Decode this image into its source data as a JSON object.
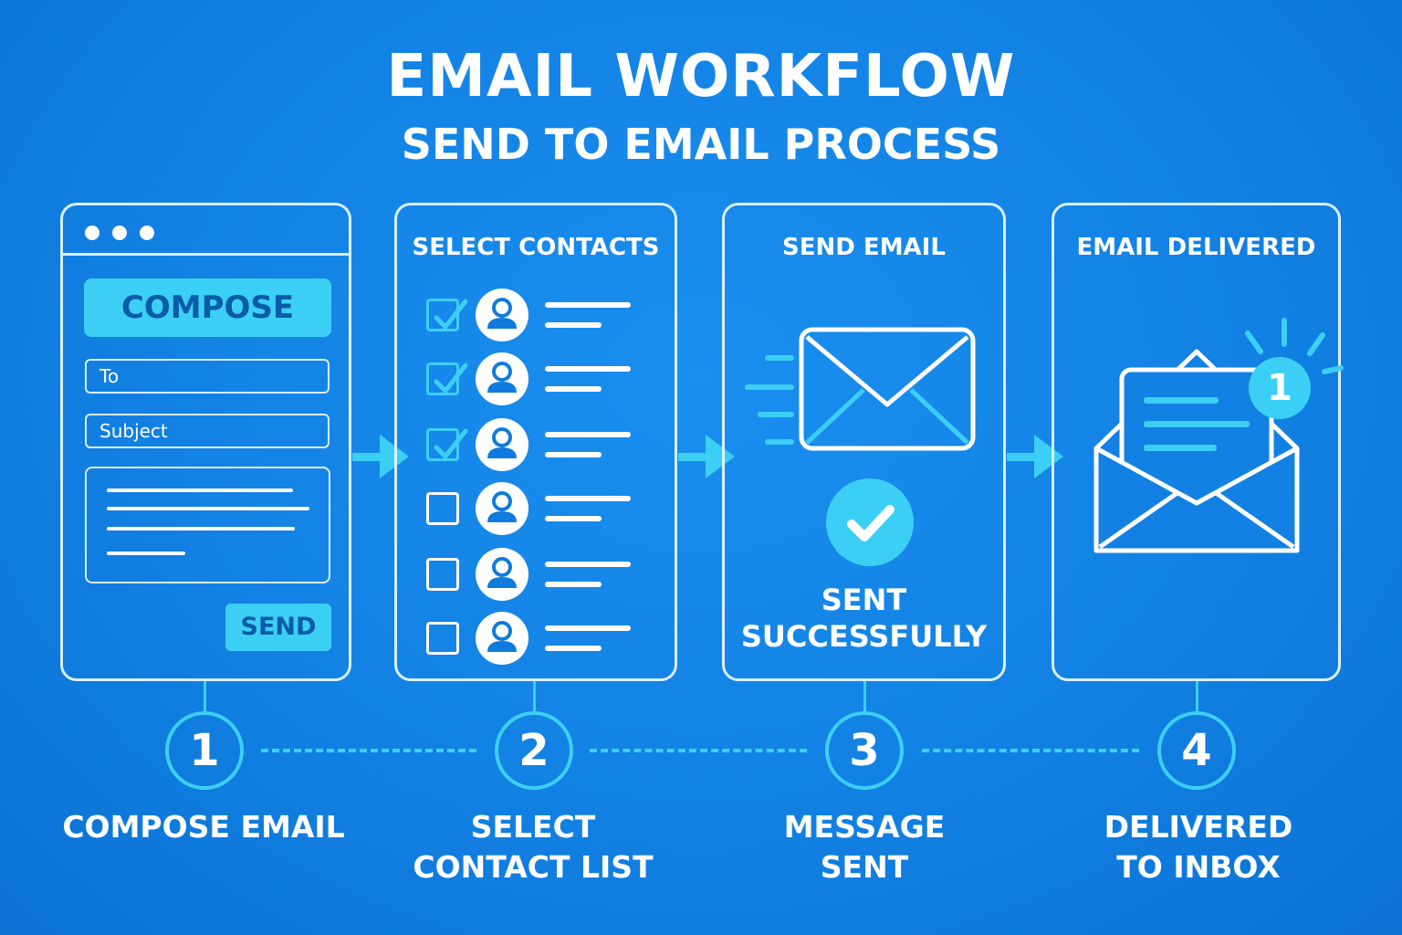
{
  "header": {
    "title": "EMAIL WORKFLOW",
    "subtitle": "SEND TO EMAIL PROCESS"
  },
  "compose_panel": {
    "button_label": "COMPOSE",
    "to_placeholder": "To",
    "subject_placeholder": "Subject",
    "send_label": "SEND"
  },
  "contacts_panel": {
    "title": "SELECT CONTACTS",
    "contacts": [
      {
        "checked": true
      },
      {
        "checked": true
      },
      {
        "checked": true
      },
      {
        "checked": false
      },
      {
        "checked": false
      },
      {
        "checked": false
      }
    ]
  },
  "send_panel": {
    "title": "SEND EMAIL",
    "status_line1": "SENT",
    "status_line2": "SUCCESSFULLY"
  },
  "delivered_panel": {
    "title": "EMAIL DELIVERED",
    "badge_count": "1"
  },
  "steps": [
    {
      "number": "1",
      "line1": "COMPOSE EMAIL",
      "line2": ""
    },
    {
      "number": "2",
      "line1": "SELECT",
      "line2": "CONTACT LIST"
    },
    {
      "number": "3",
      "line1": "MESSAGE",
      "line2": "SENT"
    },
    {
      "number": "4",
      "line1": "DELIVERED",
      "line2": "TO INBOX"
    }
  ],
  "colors": {
    "background": "#1281e3",
    "accent": "#3ccff5",
    "dark_text": "#0a5ba8",
    "line": "#ffffff"
  },
  "icons": [
    "window-dots-icon",
    "checkbox-icon",
    "user-avatar-icon",
    "envelope-icon",
    "motion-lines-icon",
    "check-circle-icon",
    "open-envelope-icon",
    "notification-badge-icon",
    "arrow-right-icon"
  ]
}
